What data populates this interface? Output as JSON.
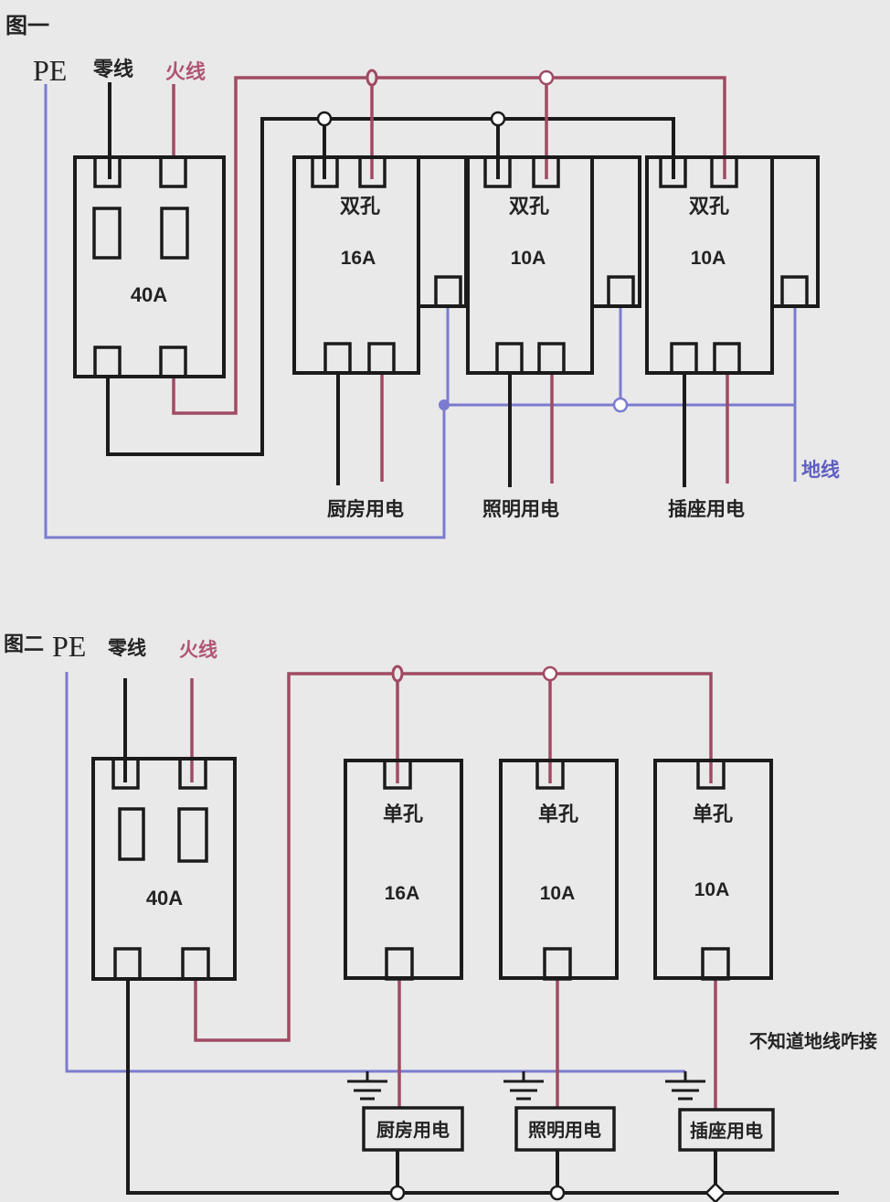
{
  "colors": {
    "background": "#e9e9e9",
    "wire_neutral_black": "#1b1b1b",
    "wire_live_crimson": "#a04a63",
    "wire_ground_violet": "#7b7bd0",
    "label_live": "#b05573",
    "label_ground": "#5e5ec2",
    "text": "#232323"
  },
  "figure1": {
    "title": "图一",
    "pe_label": "PE",
    "neutral_label": "零线",
    "live_label": "火线",
    "ground_label": "地线",
    "main_breaker": {
      "rating": "40A"
    },
    "breakers": [
      {
        "type": "双孔",
        "rating": "16A",
        "load": "厨房用电"
      },
      {
        "type": "双孔",
        "rating": "10A",
        "load": "照明用电"
      },
      {
        "type": "双孔",
        "rating": "10A",
        "load": "插座用电"
      }
    ]
  },
  "figure2": {
    "title": "图二",
    "pe_label": "PE",
    "neutral_label": "零线",
    "live_label": "火线",
    "note": "不知道地线咋接",
    "main_breaker": {
      "rating": "40A"
    },
    "breakers": [
      {
        "type": "单孔",
        "rating": "16A",
        "load": "厨房用电"
      },
      {
        "type": "单孔",
        "rating": "10A",
        "load": "照明用电"
      },
      {
        "type": "单孔",
        "rating": "10A",
        "load": "插座用电"
      }
    ]
  }
}
